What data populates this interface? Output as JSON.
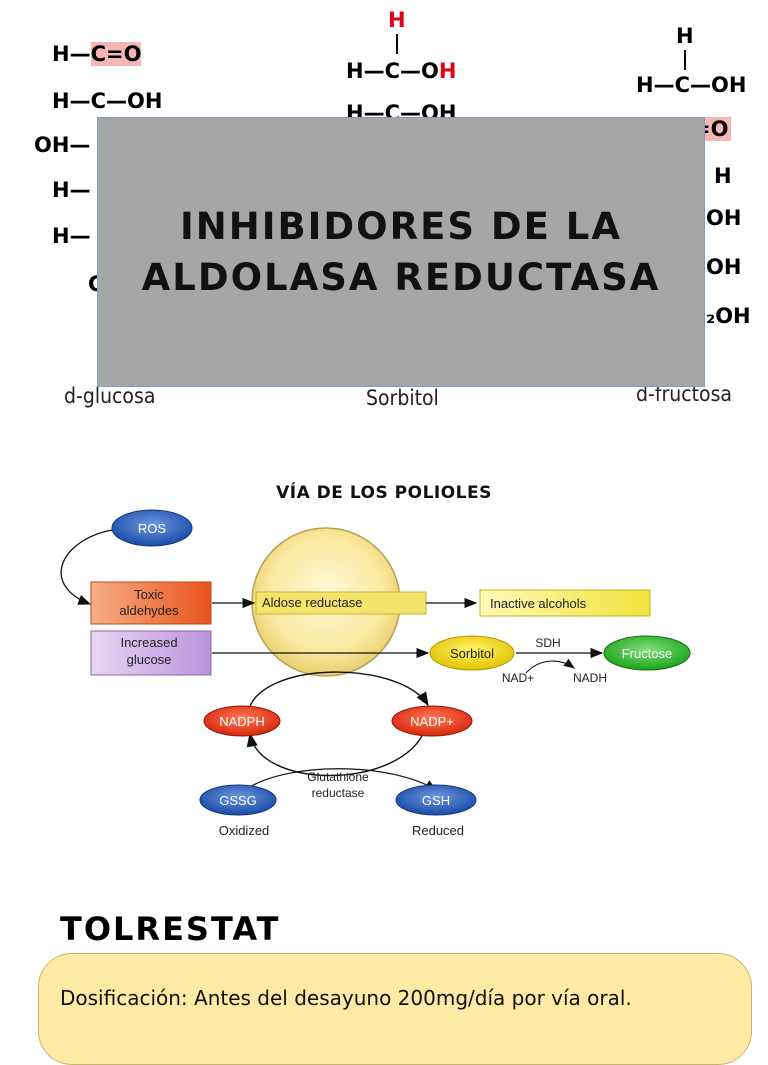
{
  "molecules": {
    "glucose": {
      "lines": [
        "H—C=O",
        "H—C—OH",
        "OH—",
        "H—",
        "H—",
        "C"
      ],
      "label": "d-glucosa"
    },
    "sorbitol": {
      "top_h": "H",
      "lines": [
        "H—C—OH",
        "H—C—OH"
      ],
      "label": "Sorbitol"
    },
    "fructose": {
      "top_h": "H",
      "lines": [
        "H—C—OH",
        "=O",
        "H",
        "OH",
        "OH",
        "₂OH"
      ],
      "label": "d-fructosa"
    }
  },
  "title": {
    "line1": "INHIBIDORES DE LA",
    "line2": "ALDOLASA REDUCTASA"
  },
  "polyol": {
    "heading": "VÍA DE LOS POLIOLES",
    "ros": "ROS",
    "toxic1": "Toxic",
    "toxic2": "aldehydes",
    "glucose1": "Increased",
    "glucose2": "glucose",
    "enzyme": "Aldose reductase",
    "inactive": "Inactive alcohols",
    "sorbitol": "Sorbitol",
    "sdh": "SDH",
    "fructose": "Fructose",
    "nad_plus": "NAD+",
    "nadh": "NADH",
    "nadph": "NADPH",
    "nadp_plus": "NADP+",
    "glutathione1": "Glutathione",
    "glutathione2": "reductase",
    "gssg": "GSSG",
    "gsh": "GSH",
    "oxidized": "Oxidized",
    "reduced": "Reduced"
  },
  "drug": {
    "name": "TOLRESTAT",
    "dosage": "Dosificación: Antes del desayuno 200mg/día por vía oral."
  },
  "colors": {
    "title_bg": "#a6a6a6",
    "highlight": "#f7b6b6",
    "box_bg": "#fdeaa5"
  }
}
